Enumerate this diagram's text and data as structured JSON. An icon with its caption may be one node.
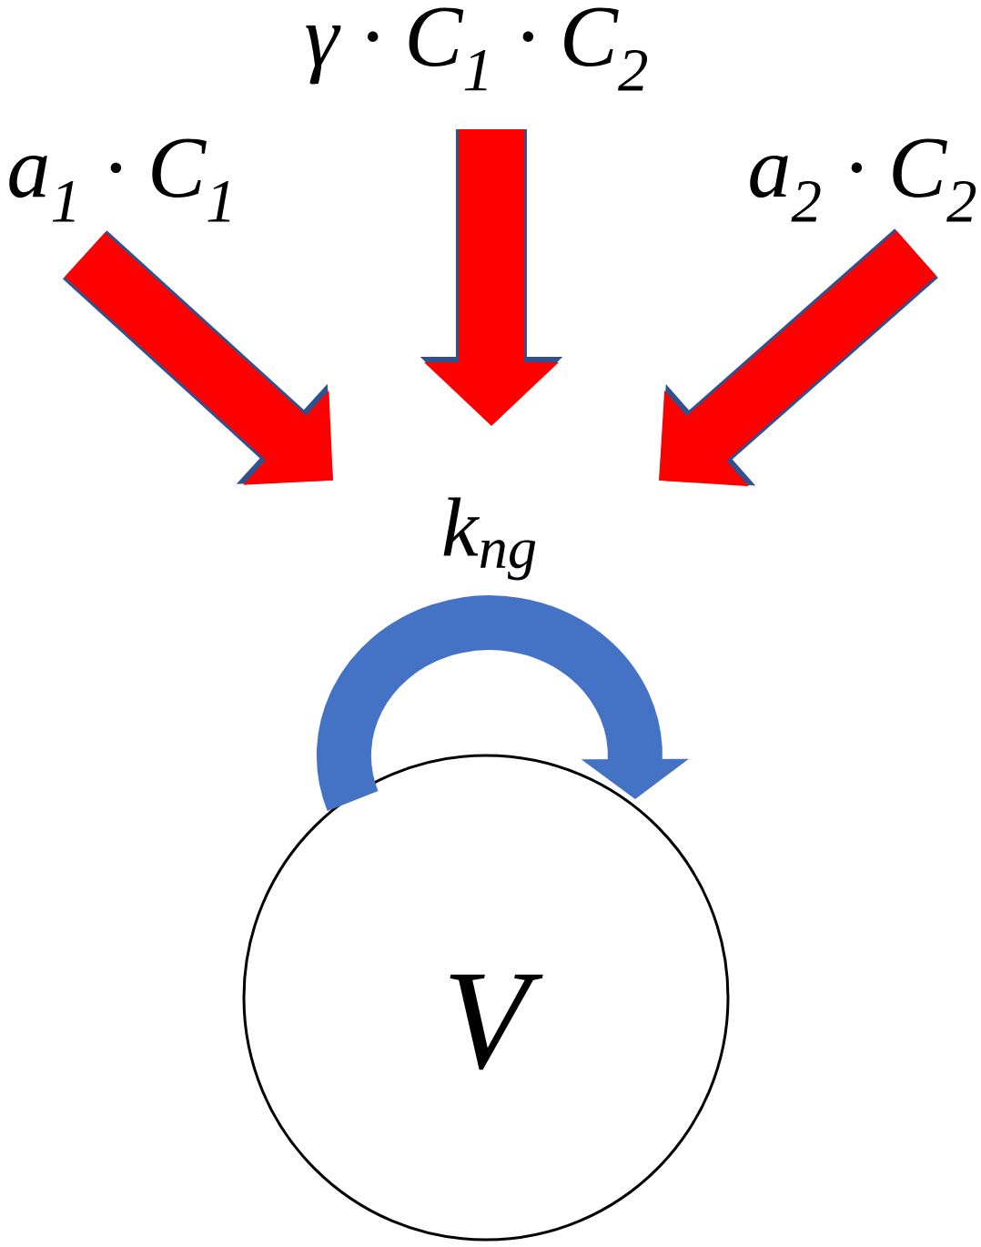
{
  "diagram": {
    "nodes": [
      {
        "text": [
          "a$_{1}$ · C$_{1}$"
        ]
      },
      {
        "text": [
          "γ · C$_{1}$ · C$_{2}$"
        ]
      },
      {
        "text": [
          "a$_{2}$ · C$_{2}$"
        ]
      },
      {
        "text": [
          "V"
        ]
      }
    ],
    "edges": [
      {
        "from": 0,
        "to": null,
        "arrow": "to"
      },
      {
        "from": 1,
        "to": null,
        "arrow": "to"
      },
      {
        "from": 2,
        "to": null,
        "arrow": "to"
      },
      {
        "from": 3,
        "to": 3,
        "arrow": "to",
        "label": "k$_{ng}$",
        "color": "#4472c4"
      }
    ]
  }
}
